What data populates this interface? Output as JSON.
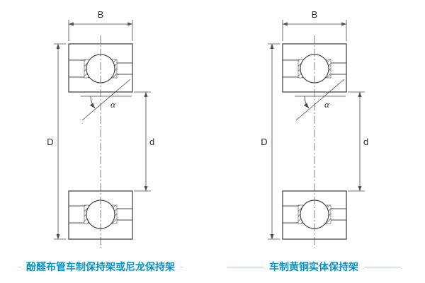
{
  "figures": [
    {
      "name": "angular-contact-bearing-with-phenolic-or-nylon-cage",
      "dimensions": {
        "width": "B",
        "outer_diameter": "D",
        "bore_diameter": "d",
        "contact_angle": "α"
      },
      "caption": "酚醛布管车制保持架或尼龙保持架"
    },
    {
      "name": "angular-contact-bearing-with-machined-brass-cage",
      "dimensions": {
        "width": "B",
        "outer_diameter": "D",
        "bore_diameter": "d",
        "contact_angle": "α"
      },
      "caption": "车制黄铜实体保持架"
    }
  ],
  "colors": {
    "line": "#4a4a4a",
    "caption_text": "#0a94c0",
    "caption_line": "#aacfe0"
  }
}
